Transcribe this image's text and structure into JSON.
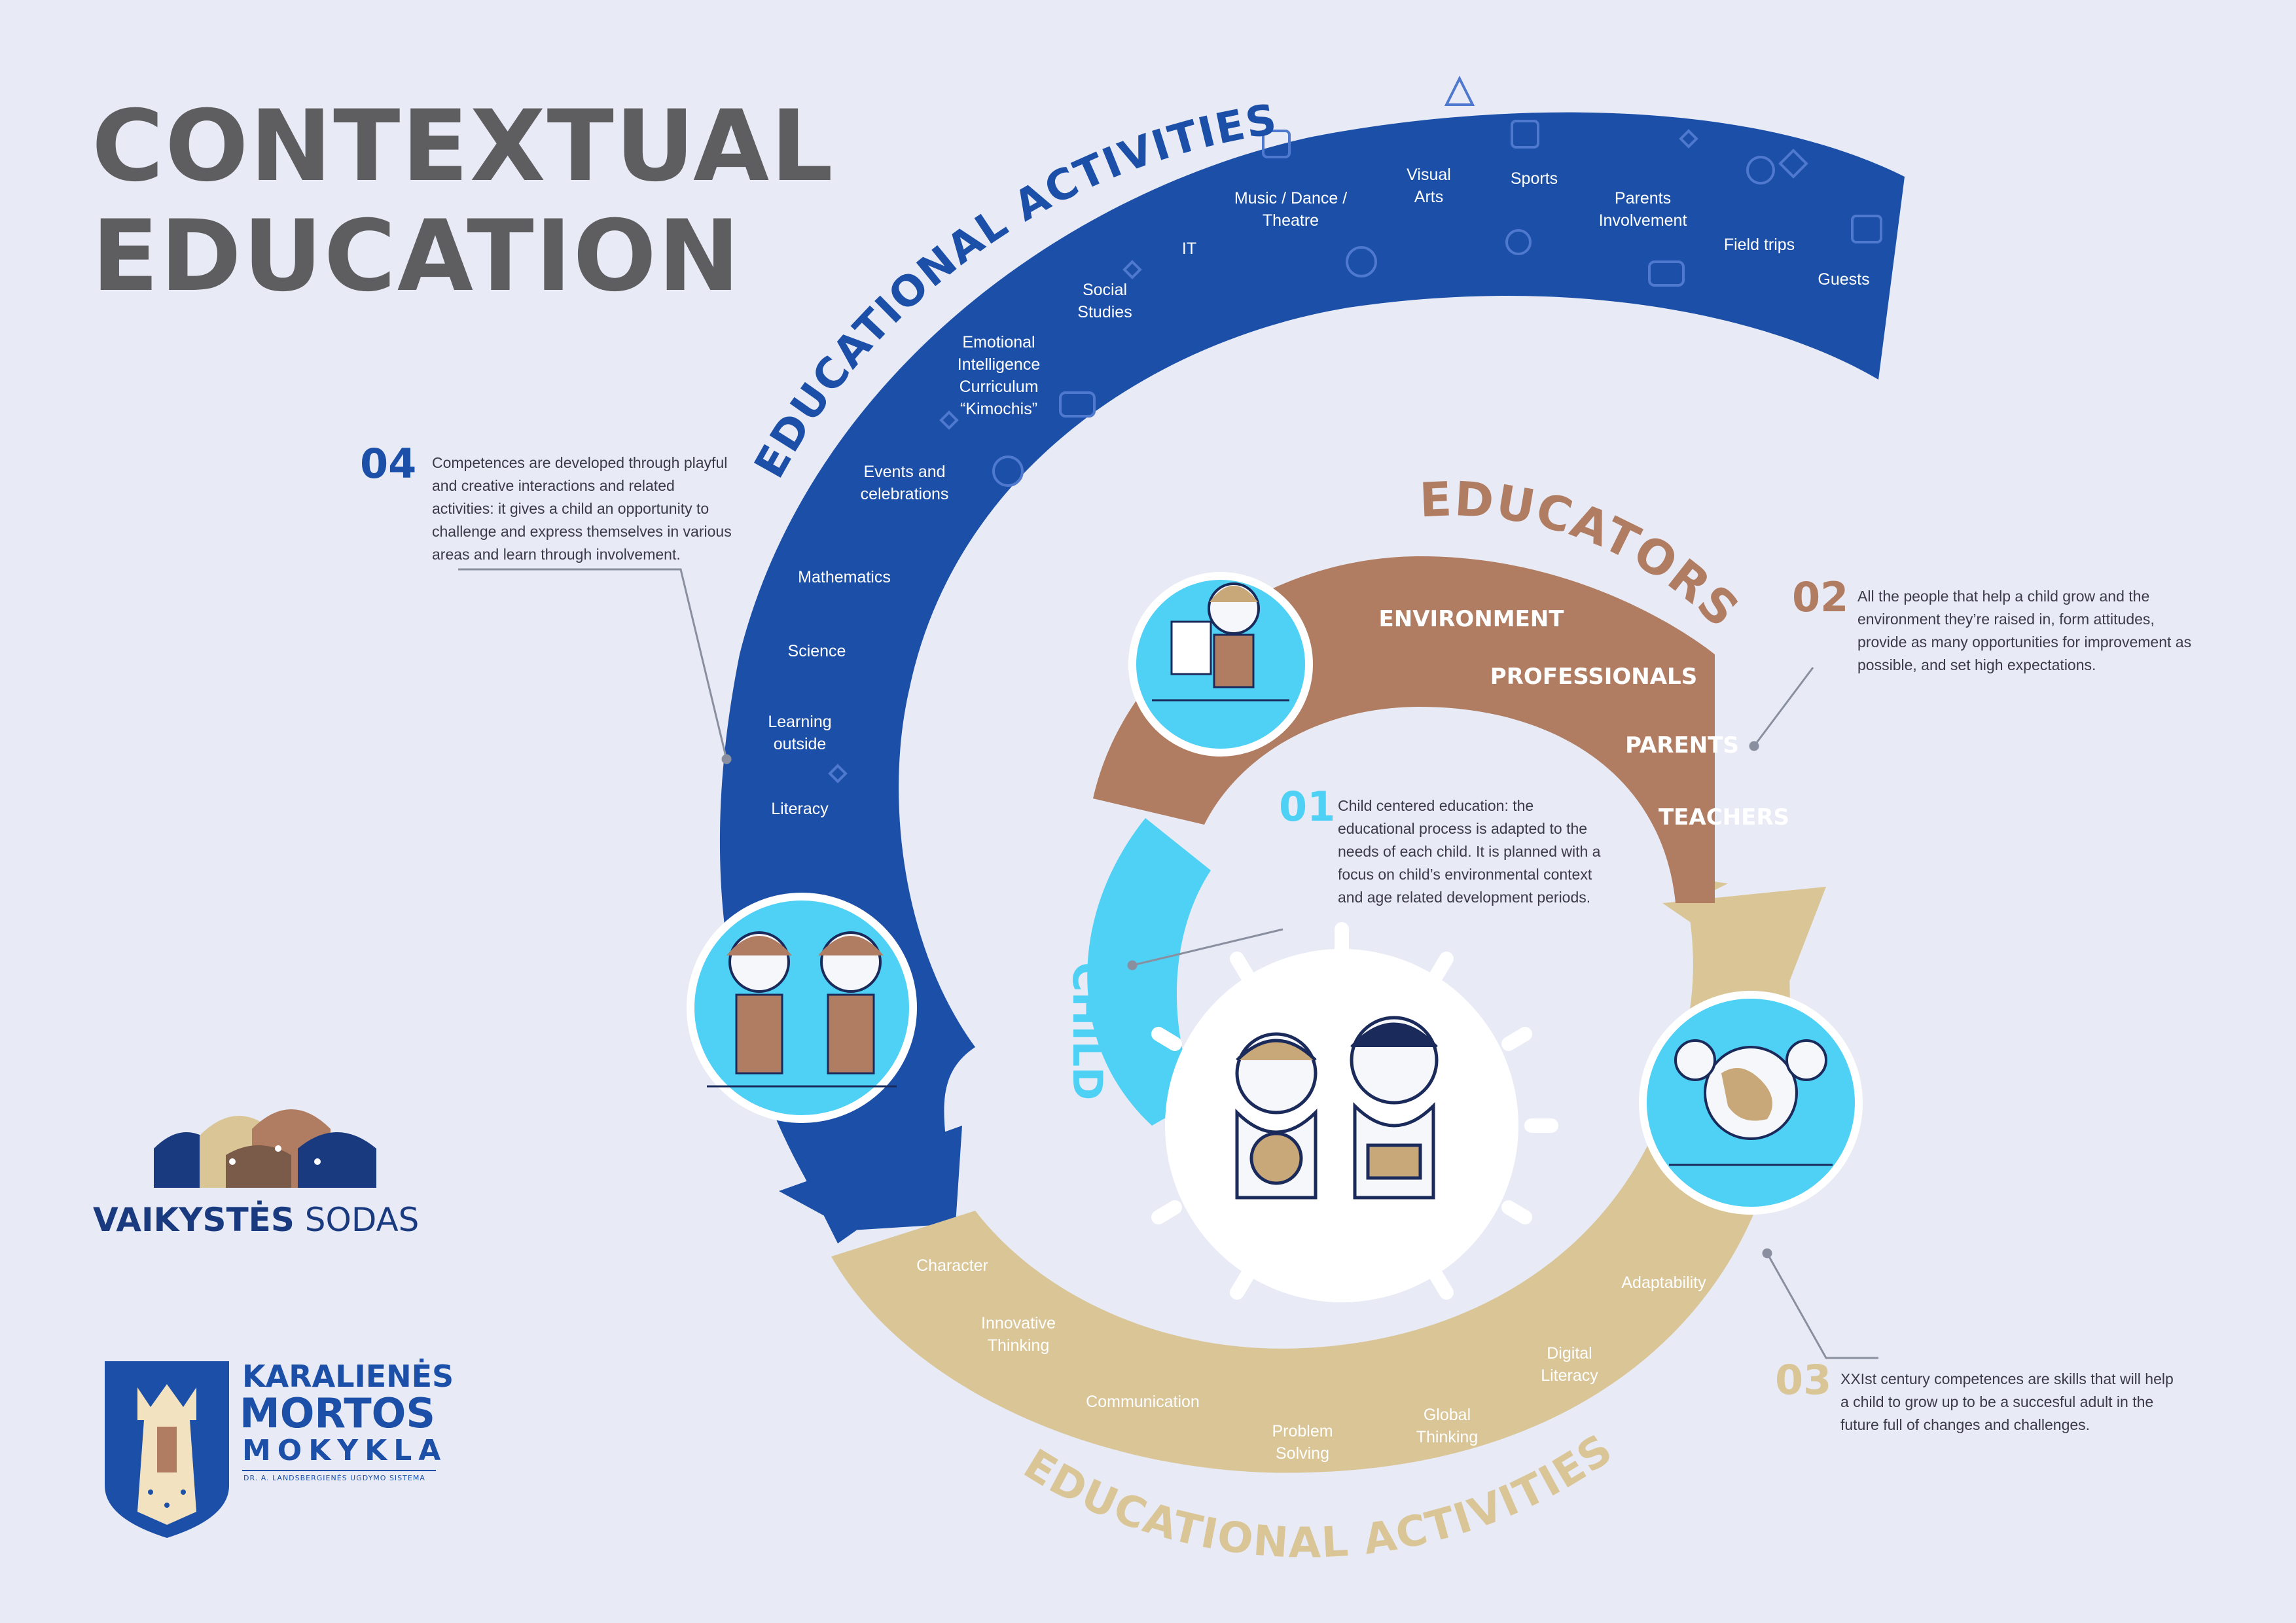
{
  "title": {
    "line1": "CONTEXTUAL",
    "line2": "EDUCATION"
  },
  "rings": {
    "outer_top_label": "EDUCATIONAL ACTIVITIES",
    "outer_bottom_label": "EDUCATIONAL ACTIVITIES",
    "educators_label": "EDUCATORS",
    "child_label": "CHILD"
  },
  "activities": [
    "Literacy",
    "Learning\noutside",
    "Science",
    "Mathematics",
    "Events and\ncelebrations",
    "Emotional\nIntelligence\nCurriculum\n“Kimochis”",
    "Social\nStudies",
    "IT",
    "Music / Dance /\nTheatre",
    "Visual\nArts",
    "Sports",
    "Parents\nInvolvement",
    "Field trips",
    "Guests"
  ],
  "educators": [
    "ENVIRONMENT",
    "PROFESSIONALS",
    "PARENTS",
    "TEACHERS"
  ],
  "competences": [
    "Character",
    "Innovative\nThinking",
    "Communication",
    "Problem\nSolving",
    "Global\nThinking",
    "Digital\nLiteracy",
    "Adaptability"
  ],
  "notes": {
    "n01": {
      "number": "01",
      "text": "Child centered education: the educational process is adapted to the needs of each child. It is planned with a focus on child’s environmental context and age related development periods."
    },
    "n02": {
      "number": "02",
      "text": "All the people that help a child grow and the environment they’re raised in, form attitudes, provide as many opportunities for improvement as possible, and set high expectations."
    },
    "n03": {
      "number": "03",
      "text": "XXIst century competences are skills that will help a child to grow up to be a succesful adult in the future full of changes and challenges."
    },
    "n04": {
      "number": "04",
      "text": "Competences are developed through playful and creative interactions and related activities: it gives a child an opportunity to challenge and express  themselves in various areas and learn through involvement."
    }
  },
  "logos": {
    "vaikystes_bold": "VAIKYSTĖS",
    "vaikystes_light": "SODAS",
    "karalienes": "KARALIENĖS",
    "mortos": "MORTOS",
    "mokykla": "MOKYKLA",
    "tagline": "DR. A. LANDSBERGIENĖS UGDYMO SISTEMA"
  },
  "colors": {
    "blue": "#1b4fa8",
    "brown": "#b07d62",
    "sand": "#d9c596",
    "cyan": "#4fd1f5",
    "background": "#e8ebf5"
  }
}
